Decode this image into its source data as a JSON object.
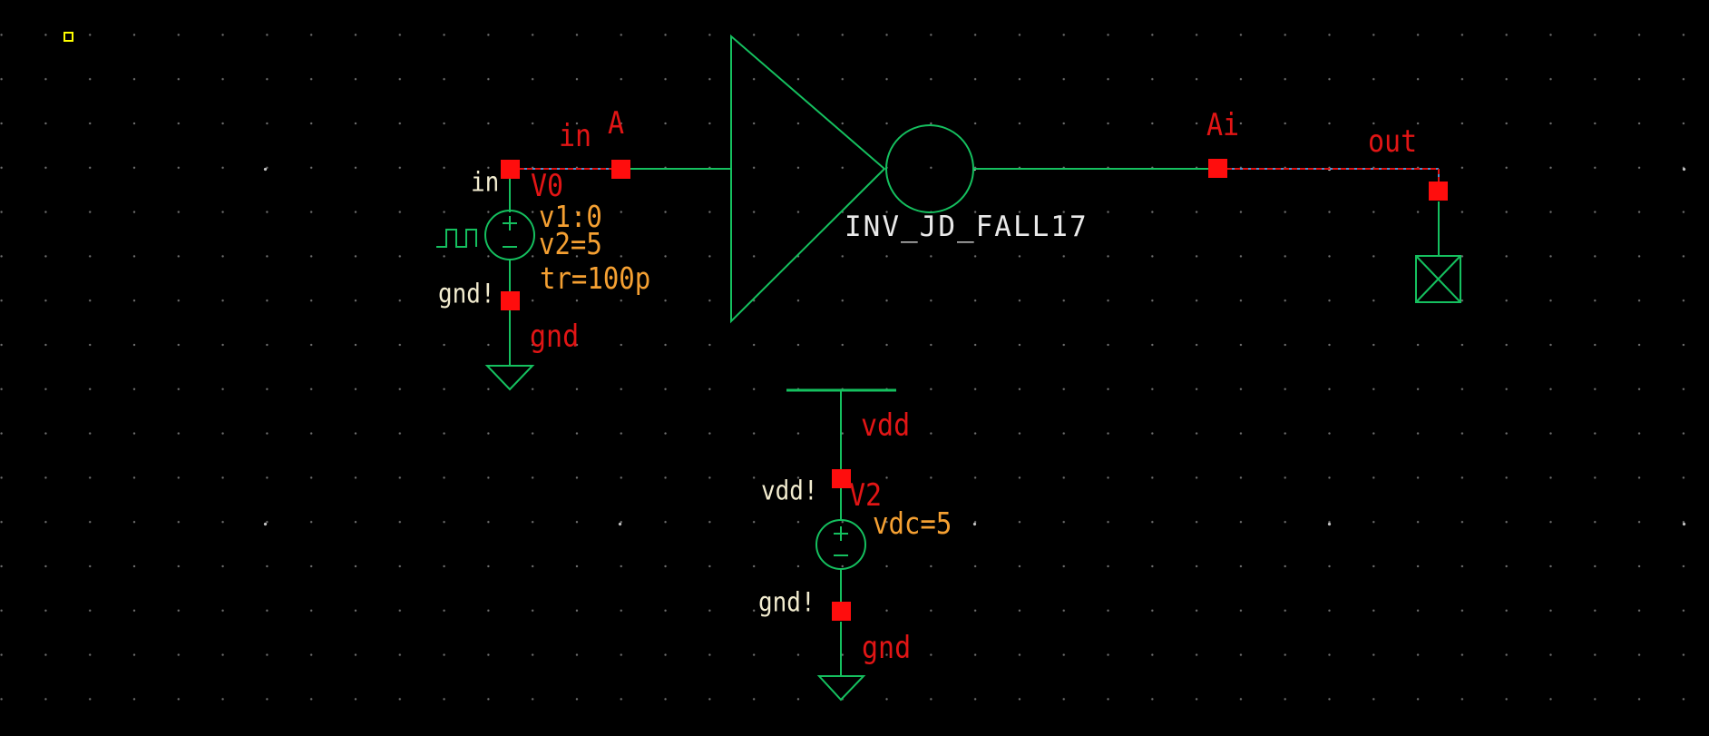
{
  "app": {
    "type": "schematic-editor-canvas",
    "background": "#000000"
  },
  "colors": {
    "wire_green": "#15c05f",
    "pin_red": "#ff0d0d",
    "label_red": "#e21515",
    "label_orange": "#f5a032",
    "label_cream": "#f2eccf",
    "label_white": "#e9e9e9",
    "selected_dash_red": "#e01010",
    "selected_dash_blue": "#4f8fd0",
    "origin_marker_yellow": "#ffff00",
    "grid_dot": "#6f6f6f"
  },
  "labels": {
    "net_in": "in",
    "pin_a": "A",
    "conn_in": "in",
    "v0_name": "V0",
    "v0_param_v1": "v1:0",
    "v0_param_v2": "v2=5",
    "v0_param_tr": "tr=100p",
    "conn_gnd_left": "gnd!",
    "net_gnd_left": "gnd",
    "instance_name": "INV_JD_FALL17",
    "pin_ai": "Ai",
    "net_out": "out",
    "net_vdd": "vdd",
    "conn_vdd": "vdd!",
    "v2_name": "V2",
    "v2_param_vdc": "vdc=5",
    "conn_gnd_right": "gnd!",
    "net_gnd_right": "gnd"
  },
  "instances": [
    {
      "name": "V0",
      "kind": "pulse-voltage-source",
      "parameters": [
        "v1:0",
        "v2=5",
        "tr=100p"
      ],
      "top_connection": "in",
      "bottom_connection": "gnd!"
    },
    {
      "name": "INV_JD_FALL17",
      "kind": "inverter",
      "input_pin": "A",
      "output_pin": "Ai"
    },
    {
      "name": "V2",
      "kind": "dc-voltage-source",
      "parameters": [
        "vdc=5"
      ],
      "top_connection": "vdd!",
      "bottom_connection": "gnd!"
    }
  ],
  "nets": [
    "in",
    "out",
    "vdd",
    "gnd"
  ]
}
